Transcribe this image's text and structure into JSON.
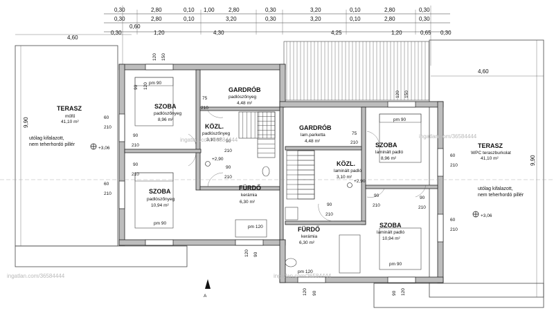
{
  "dimension_rows": [
    [
      "0,30",
      "2,80",
      "0,10",
      "1,00",
      "2,80",
      "0,30",
      "3,20",
      "0,10",
      "2,80",
      "0,30"
    ],
    [
      "0,30",
      "2,80",
      "0,10",
      "3,20",
      "0,30",
      "3,20",
      "0,10",
      "2,80",
      "0,30"
    ],
    [
      "0,30",
      "0,60",
      "1,20",
      "4,30",
      "4,25",
      "1,20",
      "0,65",
      "0,30"
    ]
  ],
  "rooms": [
    {
      "name": "TERASZ",
      "floor": "műfű",
      "area": "41,10 m²"
    },
    {
      "name": "SZOBA",
      "floor": "padlószőnyeg",
      "area": "8,96 m²"
    },
    {
      "name": "GARDRÓB",
      "floor": "padlószőnyeg",
      "area": "4,48 m²"
    },
    {
      "name": "KÖZL.",
      "floor": "padlószőnyeg",
      "area": "3,10 m²"
    },
    {
      "name": "SZOBA",
      "floor": "padlószőnyeg",
      "area": "10,94 m²"
    },
    {
      "name": "FÜRDŐ",
      "floor": "kerámia",
      "area": "6,30 m²"
    },
    {
      "name": "GARDRÓB",
      "floor": "lam.parketta",
      "area": "4,48 m²"
    },
    {
      "name": "SZOBA",
      "floor": "laminált padló",
      "area": "8,96 m²"
    },
    {
      "name": "KÖZL.",
      "floor": "laminált padló",
      "area": "3,10 m²"
    },
    {
      "name": "FÜRDŐ",
      "floor": "kerámia",
      "area": "6,30 m²"
    },
    {
      "name": "SZOBA",
      "floor": "laminált padló",
      "area": "10,94 m²"
    },
    {
      "name": "TERASZ",
      "floor": "WPC teraszburkolat",
      "area": "41,10 m²"
    }
  ],
  "notes": {
    "pillar_left_1": "utólag kifalazott,",
    "pillar_left_2": "nem teherhordó pillér",
    "pillar_right_1": "utólag kifalazott,",
    "pillar_right_2": "nem teherhordó pillér",
    "terrace_width_left": "4,60",
    "terrace_width_right": "4,60",
    "terrace_height_left": "9,90",
    "terrace_height_right": "9,90",
    "level_left": "+3,06",
    "level_right": "+3,06",
    "level_mid_left": "+2,90",
    "level_mid_right": "+2,90",
    "section_mark": "A"
  },
  "window_labels": [
    "pm 90",
    "pm 90",
    "pm 90",
    "pm 120",
    "pm 120",
    "pm 90"
  ],
  "door_labels": [
    "60",
    "210",
    "60",
    "210",
    "60",
    "210",
    "60",
    "210",
    "75",
    "210",
    "75",
    "210",
    "90",
    "210",
    "90",
    "210",
    "90",
    "210",
    "90",
    "210",
    "90",
    "210",
    "90",
    "210",
    "90",
    "210"
  ],
  "opening_labels": [
    "120",
    "150",
    "120",
    "150",
    "120",
    "90",
    "120",
    "90",
    "90",
    "120",
    "90",
    "120"
  ],
  "watermarks": [
    "ingatlan.com/36584444",
    "ingatlan.com/36584444",
    "ingatlan.com/36584444",
    "ingatlan.com/36584444"
  ]
}
